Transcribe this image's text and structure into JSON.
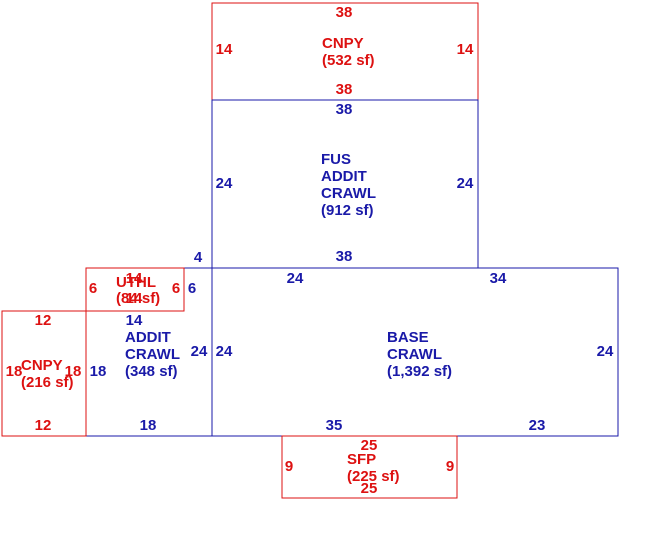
{
  "colors": {
    "red": "#dd1111",
    "blue": "#1a1aa8"
  },
  "areas": {
    "cnpy_top": {
      "lines": [
        "CNPY",
        "(532 sf)"
      ],
      "dims": {
        "top": "38",
        "left": "14",
        "right": "14",
        "bottom": "38"
      }
    },
    "fus": {
      "lines": [
        "FUS",
        "ADDIT",
        "CRAWL",
        "(912 sf)"
      ],
      "dims": {
        "top": "38",
        "left": "24",
        "right": "24",
        "bottom": "38"
      }
    },
    "base": {
      "lines": [
        "BASE",
        "CRAWL",
        "(1,392 sf)"
      ],
      "dims": {
        "top_left": "24",
        "top_right": "34",
        "left": "24",
        "right": "24",
        "bottom_left": "35",
        "bottom_right": "23"
      }
    },
    "addit": {
      "lines": [
        "ADDIT",
        "CRAWL",
        "(348 sf)"
      ],
      "dims": {
        "top": "14",
        "left": "18",
        "right": "24",
        "bottom": "18",
        "step_top": "4",
        "step_side": "6"
      }
    },
    "uthl": {
      "lines": [
        "UTHL",
        "(84 sf)"
      ],
      "dims": {
        "top": "14",
        "left": "6",
        "right": "6",
        "bottom": "14"
      }
    },
    "cnpy_left": {
      "lines": [
        "CNPY",
        "(216 sf)"
      ],
      "dims": {
        "top": "12",
        "left": "18",
        "right": "18",
        "bottom": "12"
      }
    },
    "sfp": {
      "lines": [
        "SFP",
        "(225 sf)"
      ],
      "dims": {
        "top": "25",
        "left": "9",
        "right": "9",
        "bottom": "25"
      }
    }
  }
}
